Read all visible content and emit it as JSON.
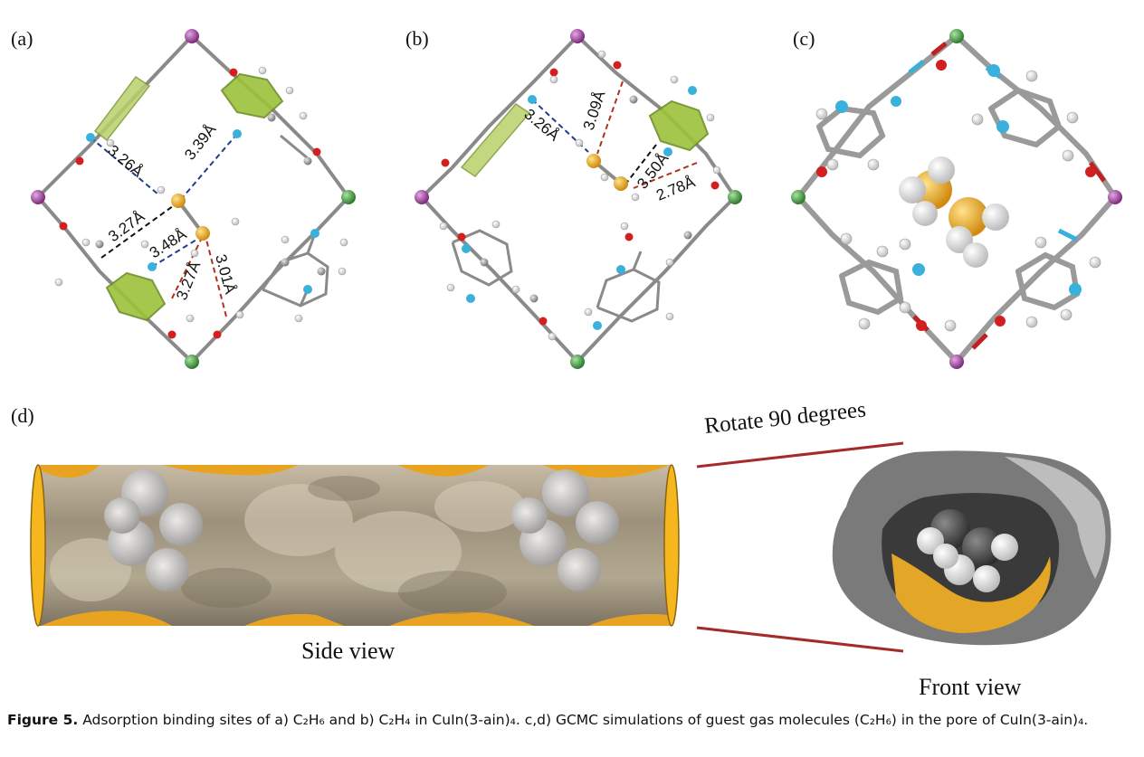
{
  "panels": {
    "a": {
      "label": "(a)",
      "distances": [
        "3.26Å",
        "3.39Å",
        "3.27Å",
        "3.48Å",
        "3.27Å",
        "3.01Å"
      ]
    },
    "b": {
      "label": "(b)",
      "distances": [
        "3.09Å",
        "3.26Å",
        "3.50Å",
        "2.78Å"
      ]
    },
    "c": {
      "label": "(c)"
    },
    "d": {
      "label": "(d)",
      "side_view": "Side view",
      "front_view": "Front view",
      "rotate": "Rotate 90 degrees"
    }
  },
  "caption": {
    "figure_label": "Figure 5.",
    "text": "Adsorption binding sites of a) C₂H₆ and b) C₂H₄ in CuIn(3-ain)₄. c,d) GCMC simulations of guest gas molecules (C₂H₆) in the pore of CuIn(3-ain)₄."
  },
  "colors": {
    "indium": "#a64ca6",
    "copper": "#4fa64f",
    "nitrogen": "#3ab0dc",
    "oxygen": "#d22020",
    "carbon": "#9a9a9a",
    "guest": "#f0b030",
    "ring": "#9cc23a",
    "red_line": "#a52a2a"
  }
}
